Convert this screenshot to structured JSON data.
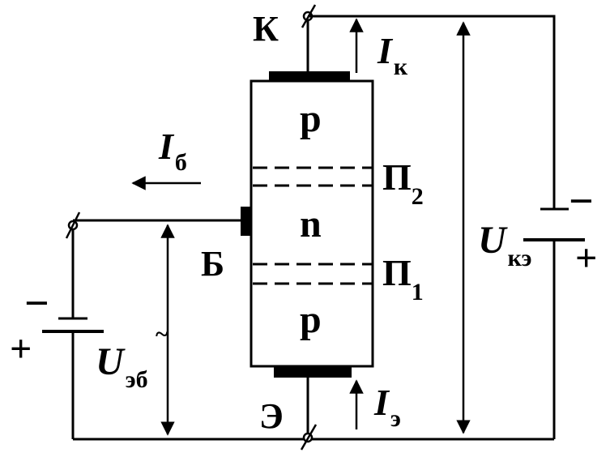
{
  "terminals": {
    "collector": "К",
    "base": "Б",
    "emitter": "Э"
  },
  "regions": {
    "top": "p",
    "middle": "n",
    "bottom": "p"
  },
  "junctions": {
    "upper": {
      "main": "П",
      "sub": "2"
    },
    "lower": {
      "main": "П",
      "sub": "1"
    }
  },
  "currents": {
    "collector": {
      "main": "I",
      "sub": "к"
    },
    "base": {
      "main": "I",
      "sub": "б"
    },
    "emitter": {
      "main": "I",
      "sub": "э"
    }
  },
  "voltages": {
    "collector_emitter": {
      "main": "U",
      "sub": "кэ"
    },
    "emitter_base": {
      "main": "U",
      "sub": "эб"
    }
  },
  "polarity": {
    "right_battery": {
      "top": "−",
      "bottom": "+"
    },
    "left_battery": {
      "top": "−",
      "bottom": "+"
    }
  },
  "tilde": "~"
}
